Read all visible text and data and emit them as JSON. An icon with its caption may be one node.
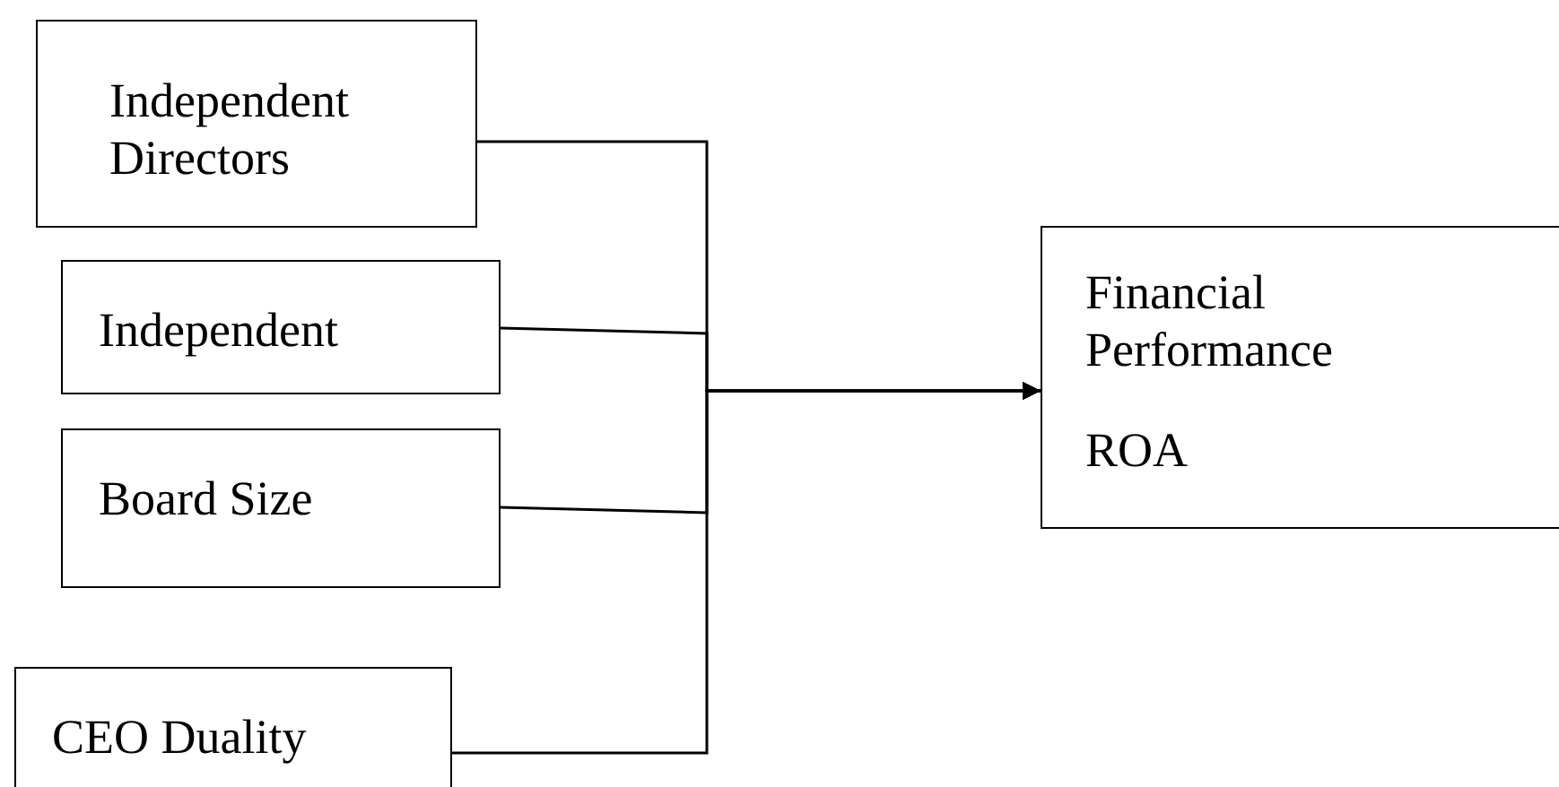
{
  "diagram": {
    "nodes": [
      {
        "text": [
          "Independent Directors"
        ]
      },
      {
        "text": [
          "Independent"
        ]
      },
      {
        "text": [
          "Board Size"
        ]
      },
      {
        "text": [
          "CEO Duality"
        ]
      },
      {
        "text": [
          "Financial Performance",
          "ROA"
        ]
      }
    ],
    "edges": [
      {
        "from": 0,
        "to": 4,
        "arrow": "to"
      },
      {
        "from": 1,
        "to": 4,
        "arrow": "to"
      },
      {
        "from": 2,
        "to": 4,
        "arrow": "to"
      },
      {
        "from": 3,
        "to": 4,
        "arrow": "to"
      }
    ]
  }
}
